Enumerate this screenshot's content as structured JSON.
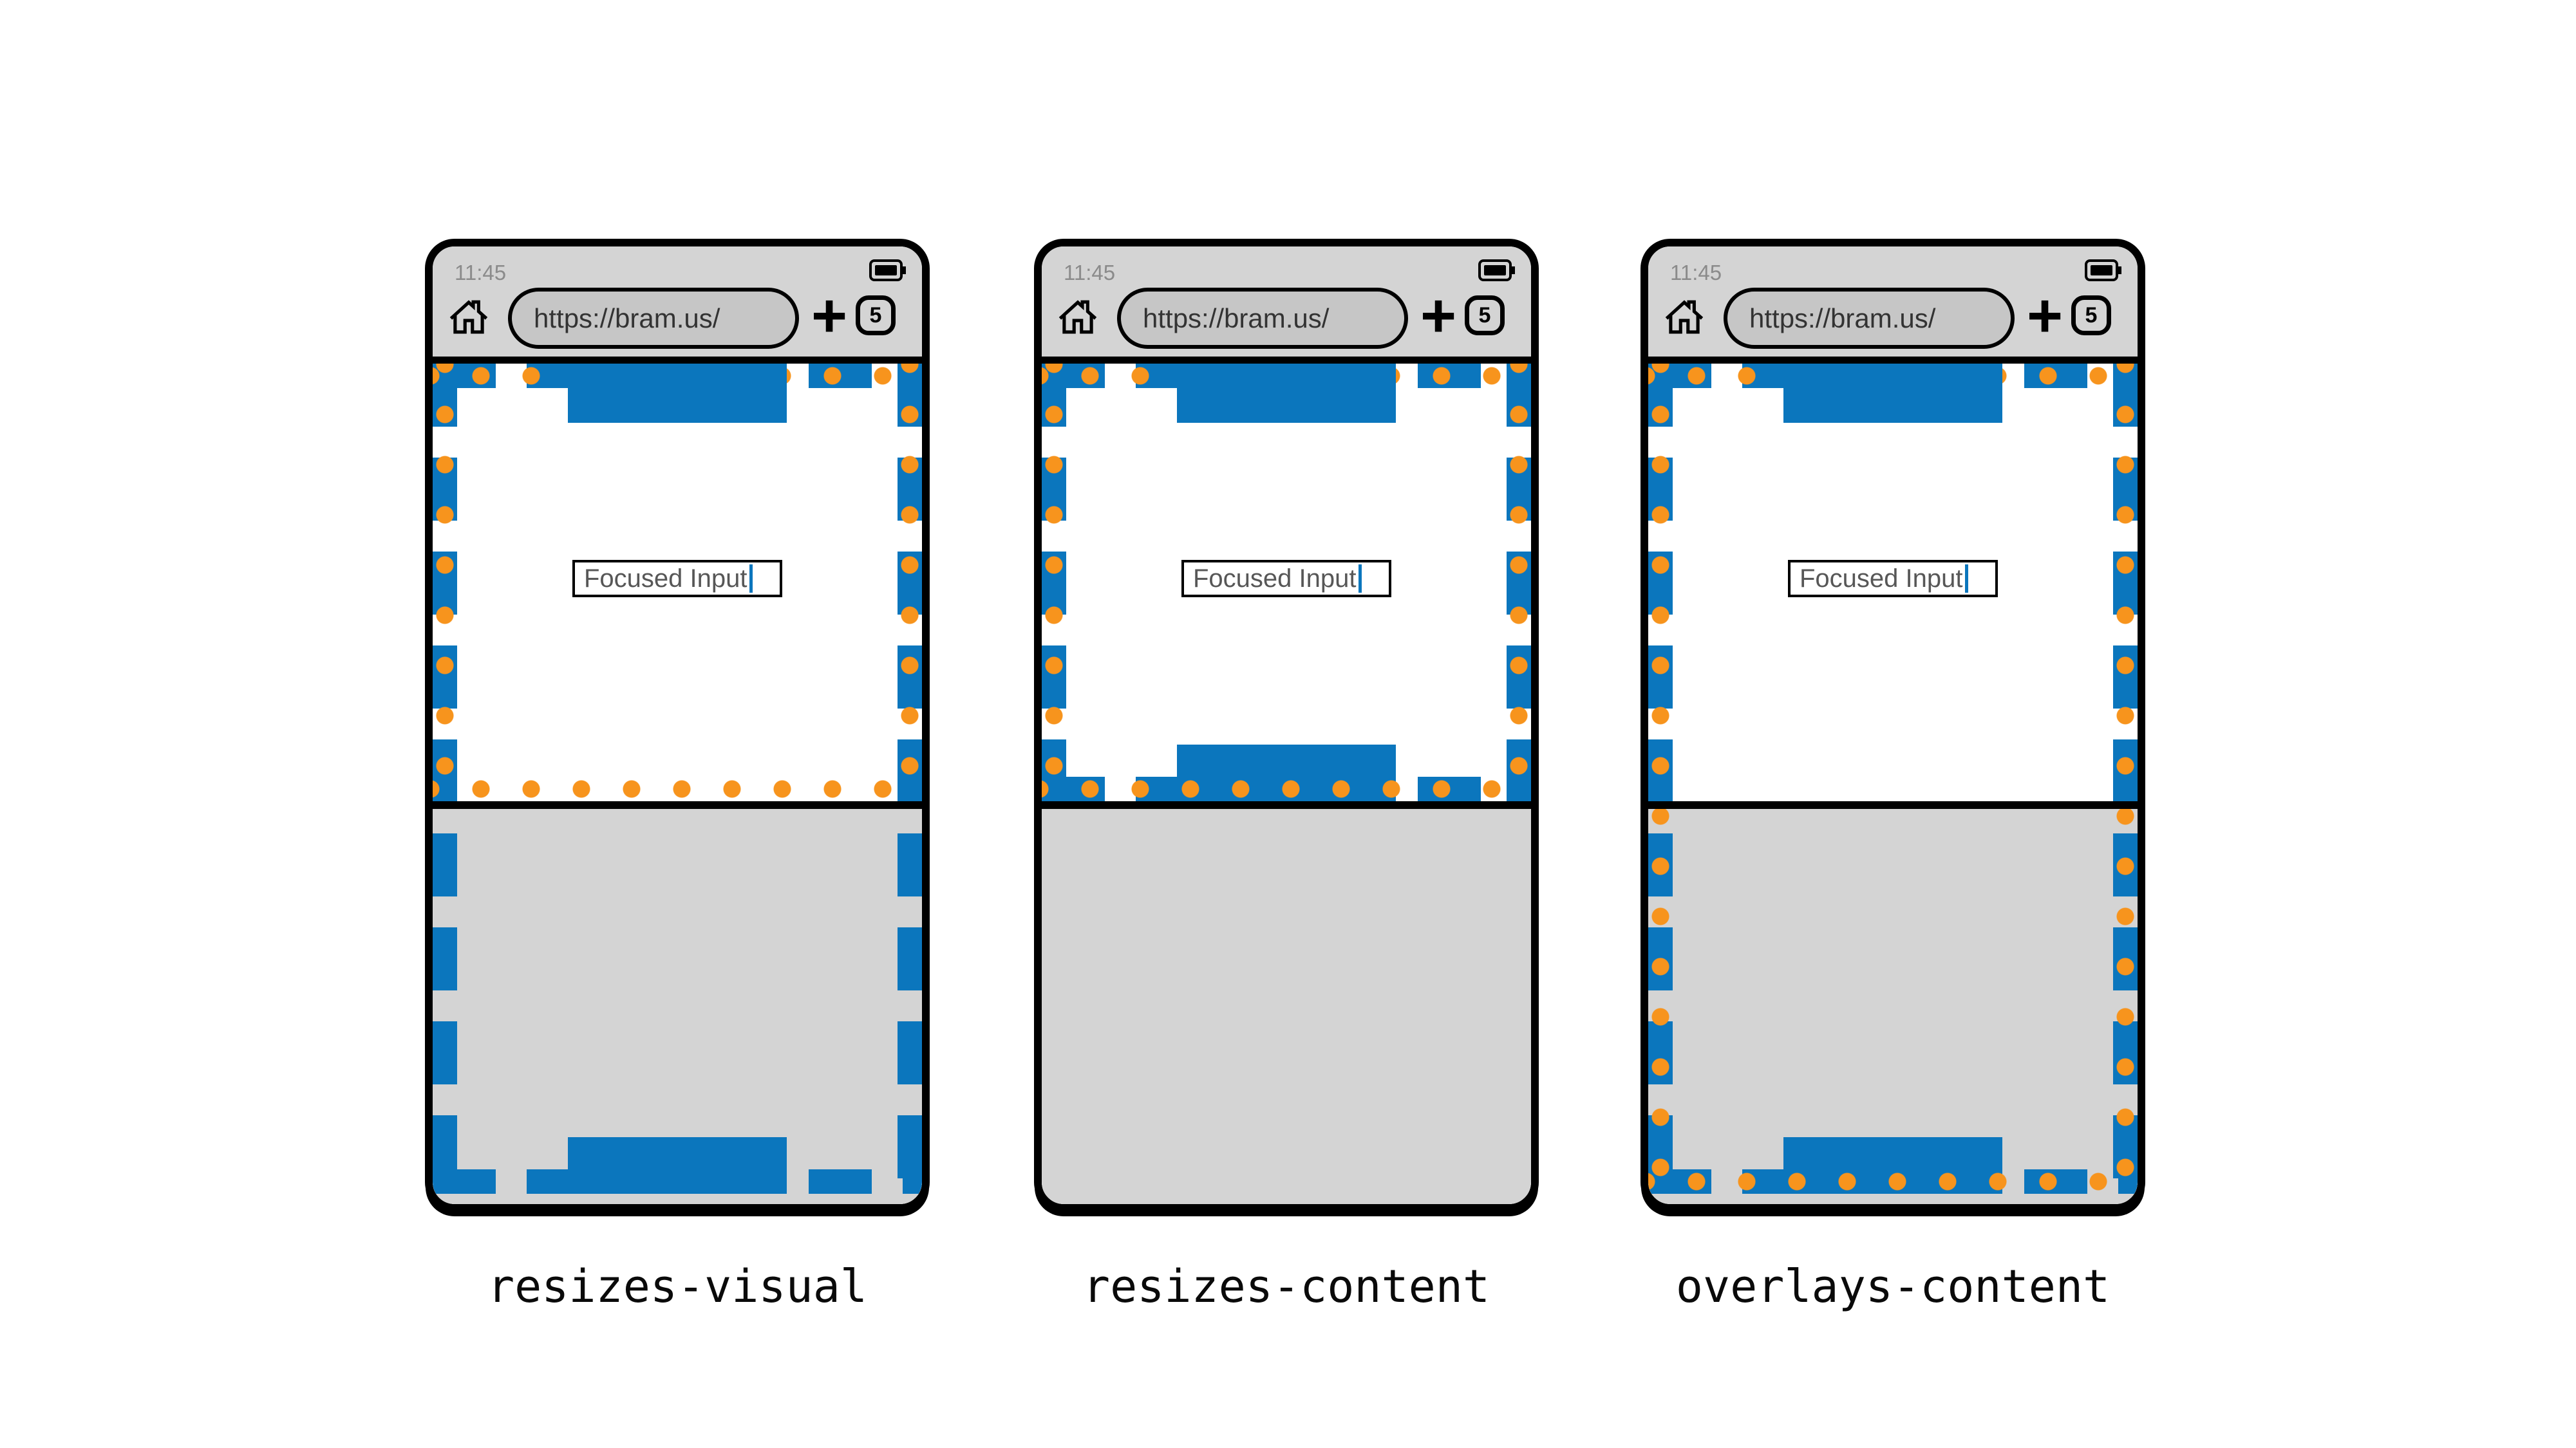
{
  "colors": {
    "blue": "#0b76bd",
    "orange": "#f7941d",
    "chrome": "#d4d4d4",
    "keyboard": "#d4d4d4",
    "pill": "#c6c6c6",
    "page_bg": "#ffffff",
    "time_text": "#8b8b8b",
    "url_text": "#333333",
    "input_text": "#575757"
  },
  "phones": [
    {
      "label": "resizes-visual",
      "status_bar": {
        "time": "11:45"
      },
      "toolbar": {
        "url": "https://bram.us/",
        "new_tab_label": "+",
        "tab_count": "5"
      },
      "web_page": {
        "focused_input_value": "Focused Input"
      }
    },
    {
      "label": "resizes-content",
      "status_bar": {
        "time": "11:45"
      },
      "toolbar": {
        "url": "https://bram.us/",
        "new_tab_label": "+",
        "tab_count": "5"
      },
      "web_page": {
        "focused_input_value": "Focused Input"
      }
    },
    {
      "label": "overlays-content",
      "status_bar": {
        "time": "11:45"
      },
      "toolbar": {
        "url": "https://bram.us/",
        "new_tab_label": "+",
        "tab_count": "5"
      },
      "web_page": {
        "focused_input_value": "Focused Input"
      }
    }
  ]
}
